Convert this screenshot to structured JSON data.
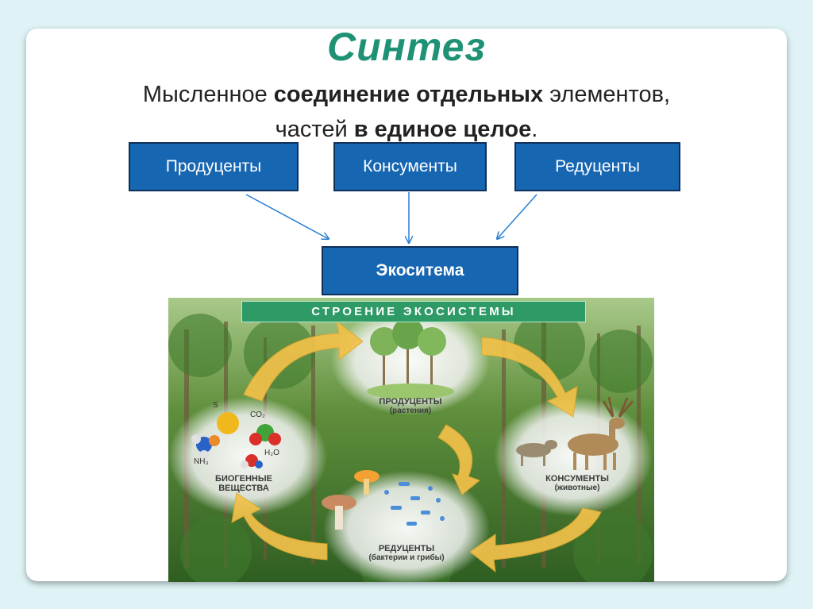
{
  "slide": {
    "title": "Синтез",
    "definition": {
      "part1": "Мысленное ",
      "part2_bold": "соединение отдельных",
      "part3": " элементов,",
      "part4": "частей  ",
      "part5_bold": "в единое целое",
      "part6": "."
    }
  },
  "boxes": {
    "producers": "Продуценты",
    "consumers": "Консументы",
    "reducers": "Редуценты",
    "ecosystem": "Экоситема"
  },
  "picture": {
    "banner": "СТРОЕНИЕ ЭКОСИСТЕМЫ",
    "producers_label": "ПРОДУЦЕНТЫ",
    "producers_sub": "(растения)",
    "consumers_label": "КОНСУМЕНТЫ",
    "consumers_sub": "(животные)",
    "reducers_label": "РЕДУЦЕНТЫ",
    "reducers_sub": "(бактерии и грибы)",
    "biogenic_label1": "БИОГЕННЫЕ",
    "biogenic_label2": "ВЕЩЕСТВА",
    "chem": {
      "s": "S",
      "co2": "CO₂",
      "nh3": "NH₃",
      "h2o": "H₂O"
    }
  },
  "colors": {
    "title": "#1f9276",
    "box_fill": "#1766b2",
    "box_border": "#0e2f5a",
    "arrow": "#2a7fd0",
    "cycle_arrow": "#f2c14a"
  }
}
